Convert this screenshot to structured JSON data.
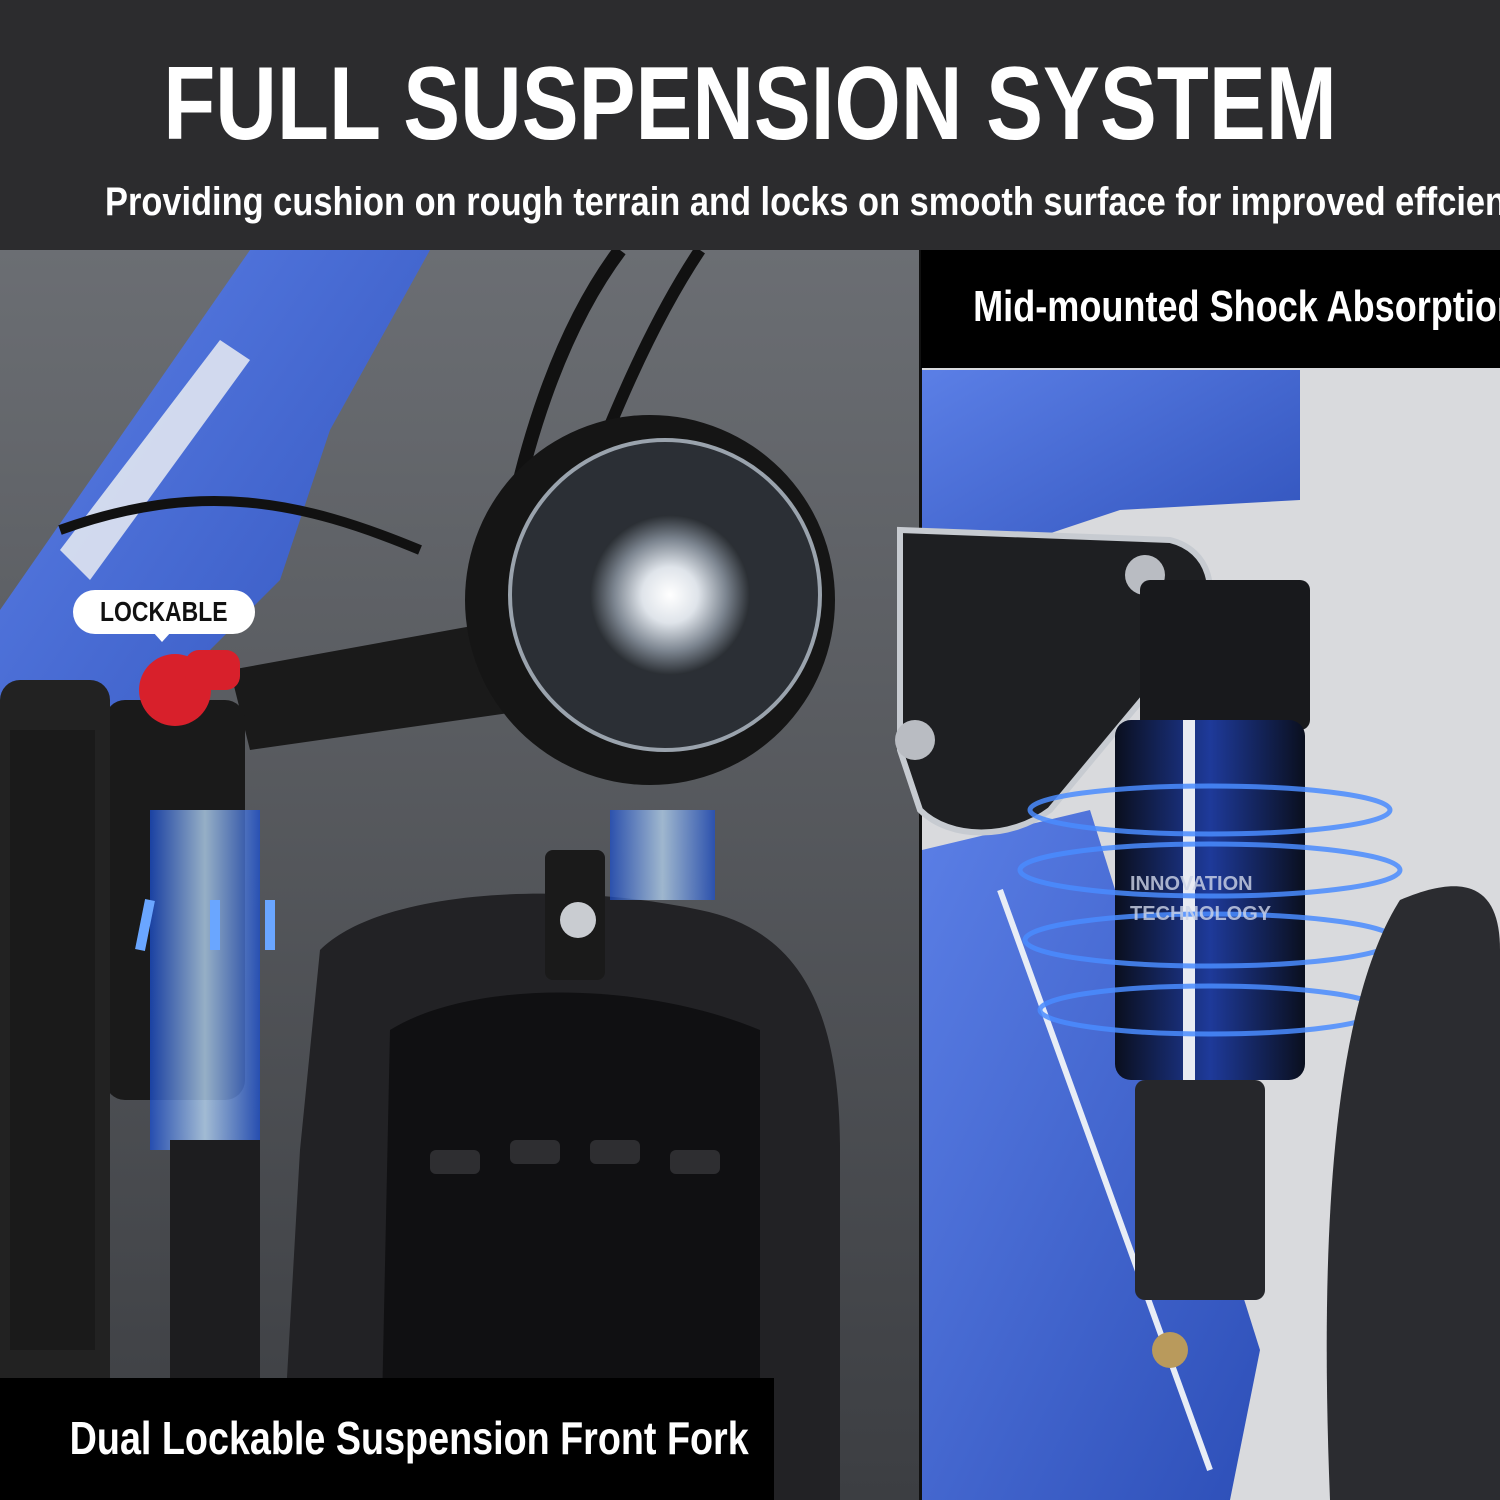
{
  "header": {
    "title": "FULL SUSPENSION SYSTEM",
    "subtitle": "Providing cushion on rough terrain and locks on smooth surface for improved effciency"
  },
  "labels": {
    "rear_shock": "Mid-mounted Shock Absorption",
    "front_fork": "Dual Lockable Suspension Front Fork",
    "lock_callout": "LOCKABLE"
  },
  "colors": {
    "header_bg": "#2c2c2e",
    "label_bg": "#000000",
    "frame_blue": "#3a5fd0",
    "glow_blue": "#4a8cff"
  }
}
